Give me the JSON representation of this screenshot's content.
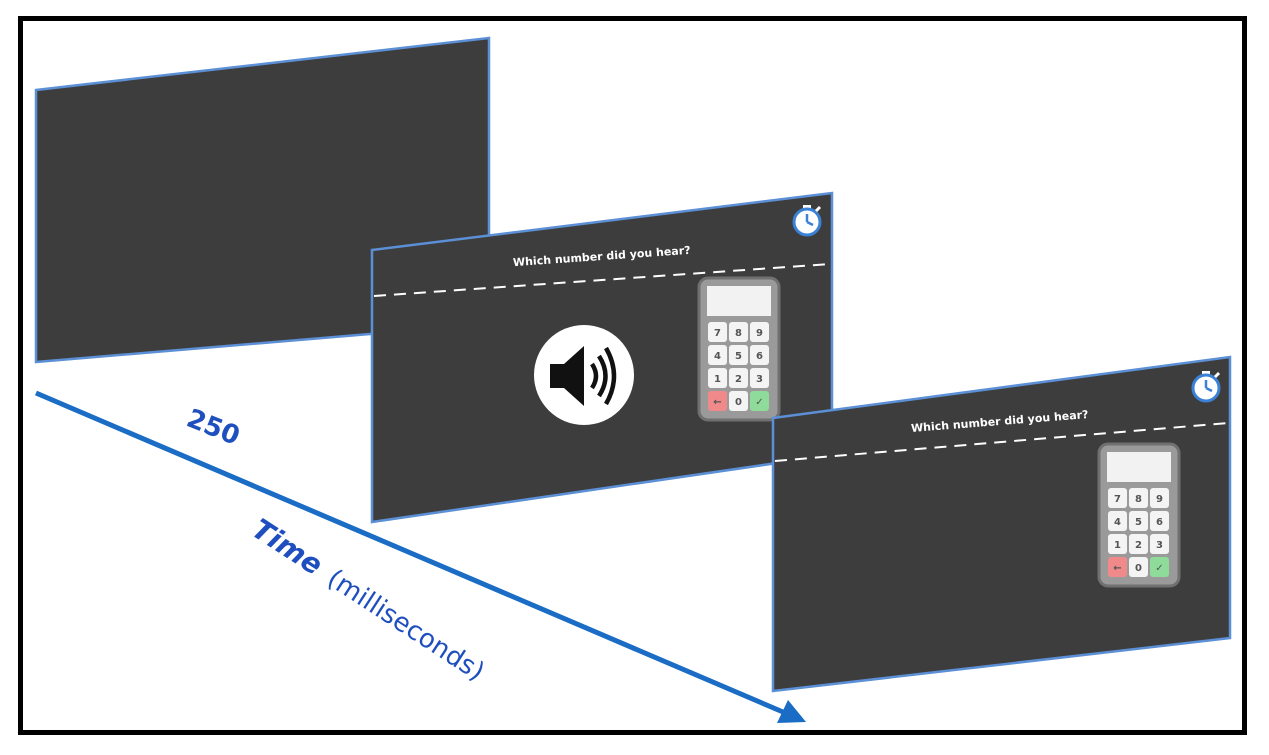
{
  "figure": {
    "duration_label": "250",
    "time_axis": {
      "word": "Time",
      "unit": "(milliseconds)"
    }
  },
  "screens": {
    "blank": {},
    "audio": {
      "question": "Which number did you hear?",
      "icons": [
        "speaker-icon",
        "stopwatch-icon",
        "keypad-icon"
      ]
    },
    "response": {
      "question": "Which number did you hear?",
      "icons": [
        "stopwatch-icon",
        "keypad-icon"
      ]
    }
  },
  "keypad": {
    "keys": [
      "7",
      "8",
      "9",
      "4",
      "5",
      "6",
      "1",
      "2",
      "3",
      "←",
      "0",
      "✓"
    ]
  },
  "colors": {
    "screen": "#3d3d3d",
    "screen_edge": "#5b8fd6",
    "arrow": "#1a6cc4",
    "label": "#1f4fbf",
    "key_delete": "#f08a8a",
    "key_confirm": "#8edb9a"
  }
}
